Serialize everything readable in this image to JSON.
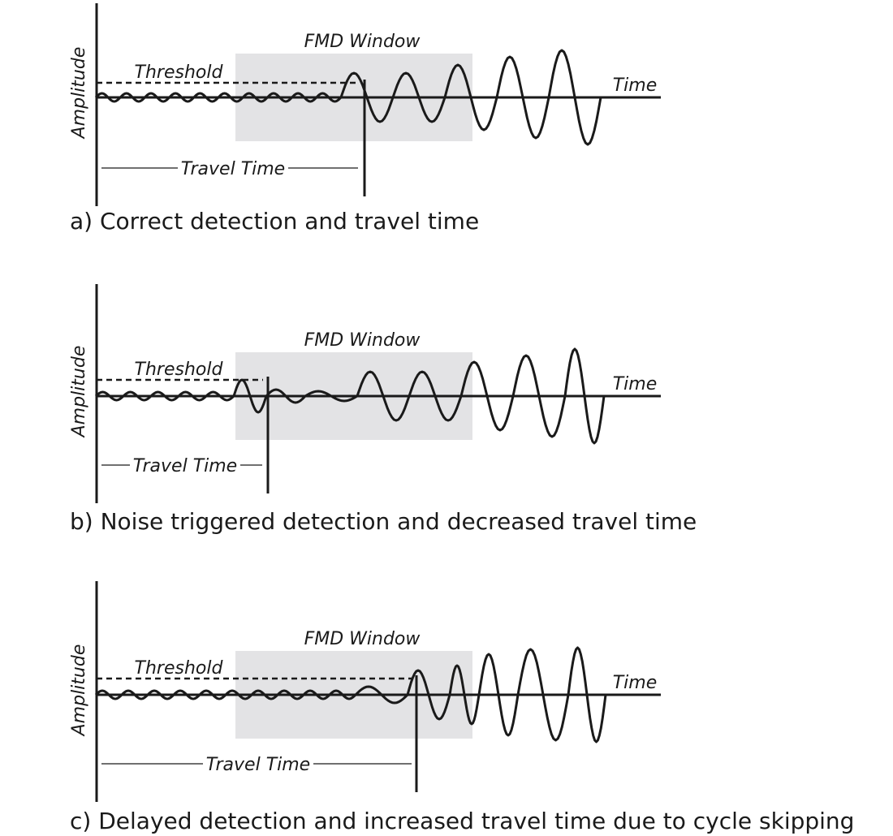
{
  "panels": [
    {
      "id": "a",
      "caption": "a) Correct detection and travel time",
      "window_label": "FMD Window",
      "threshold_label": "Threshold",
      "time_label": "Time",
      "amplitude_label": "Amplitude",
      "travel_time_label": "Travel Time",
      "case": "correct"
    },
    {
      "id": "b",
      "caption": "b) Noise triggered detection and decreased travel time",
      "window_label": "FMD Window",
      "threshold_label": "Threshold",
      "time_label": "Time",
      "amplitude_label": "Amplitude",
      "travel_time_label": "Travel Time",
      "case": "noise"
    },
    {
      "id": "c",
      "caption": "c) Delayed detection and increased travel time due to cycle skipping",
      "window_label": "FMD Window",
      "threshold_label": "Threshold",
      "time_label": "Time",
      "amplitude_label": "Amplitude",
      "travel_time_label": "Travel Time",
      "case": "delayed"
    }
  ],
  "colors": {
    "ink": "#1a1a1a",
    "window": "#e3e3e5"
  }
}
